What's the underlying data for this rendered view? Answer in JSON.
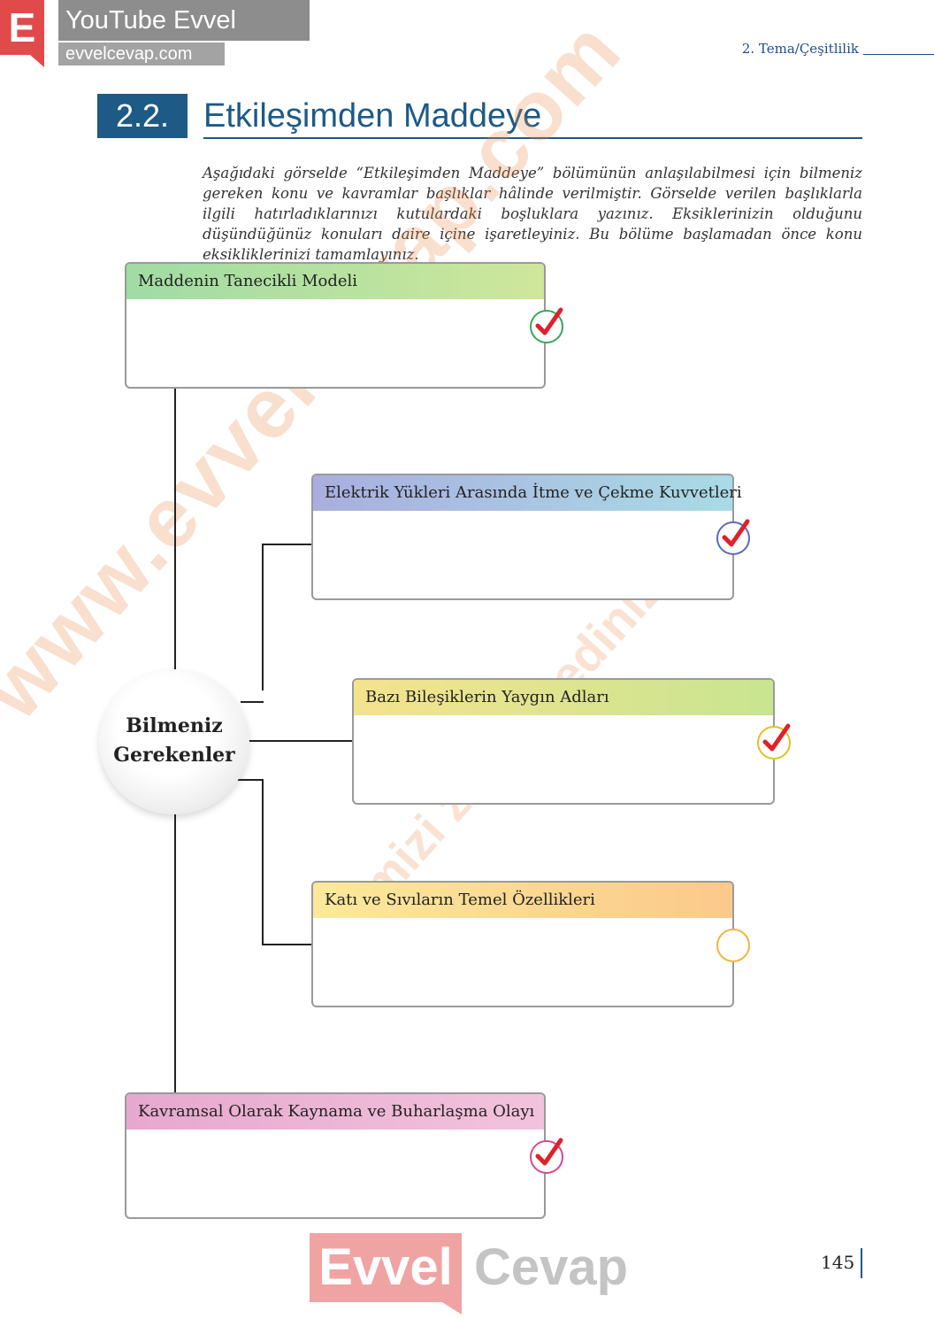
{
  "brand": {
    "letter": "E",
    "youtube": "YouTube Evvel Cevap",
    "url": "evvelcevap.com"
  },
  "header": {
    "theme": "2. Tema/Çeşitlilik"
  },
  "section": {
    "number": "2.2.",
    "title": "Etkileşimden Maddeye",
    "intro": "Aşağıdaki görselde “Etkileşimden Maddeye” bölümünün anlaşılabilmesi için bilmeniz gereken konu ve kavramlar başlıklar hâlinde verilmiştir. Görselde verilen başlıklarla ilgili hatırladıklarınızı kutulardaki boşluklara yazınız. Eksiklerinizin olduğunu düşündüğünüz konuları daire içine işaretleyiniz. Bu bölüme başlamadan önce konu eksikliklerinizi tamamlayınız."
  },
  "center": {
    "line1": "Bilmeniz",
    "line2": "Gerekenler"
  },
  "topics": [
    {
      "label": "Maddenin Tanecikli Modeli",
      "checked": true,
      "ring_color": "#3aa65a"
    },
    {
      "label": "Elektrik Yükleri Arasında İtme ve Çekme Kuvvetleri",
      "checked": true,
      "ring_color": "#5a6bb8"
    },
    {
      "label": "Bazı Bileşiklerin Yaygın Adları",
      "checked": true,
      "ring_color": "#e2c21d"
    },
    {
      "label": "Katı ve Sıvıların Temel Özellikleri",
      "checked": false,
      "ring_color": "#f2b43c"
    },
    {
      "label": "Kavramsal Olarak Kaynama ve Buharlaşma Olayı",
      "checked": true,
      "ring_color": "#d64a90"
    }
  ],
  "watermark": {
    "main": "www.evvelcevap.com",
    "sub": "sitemizi ziyaret ediniz"
  },
  "footer": {
    "logo_left": "Evvel",
    "logo_right": "Cevap",
    "page_number": "145"
  }
}
